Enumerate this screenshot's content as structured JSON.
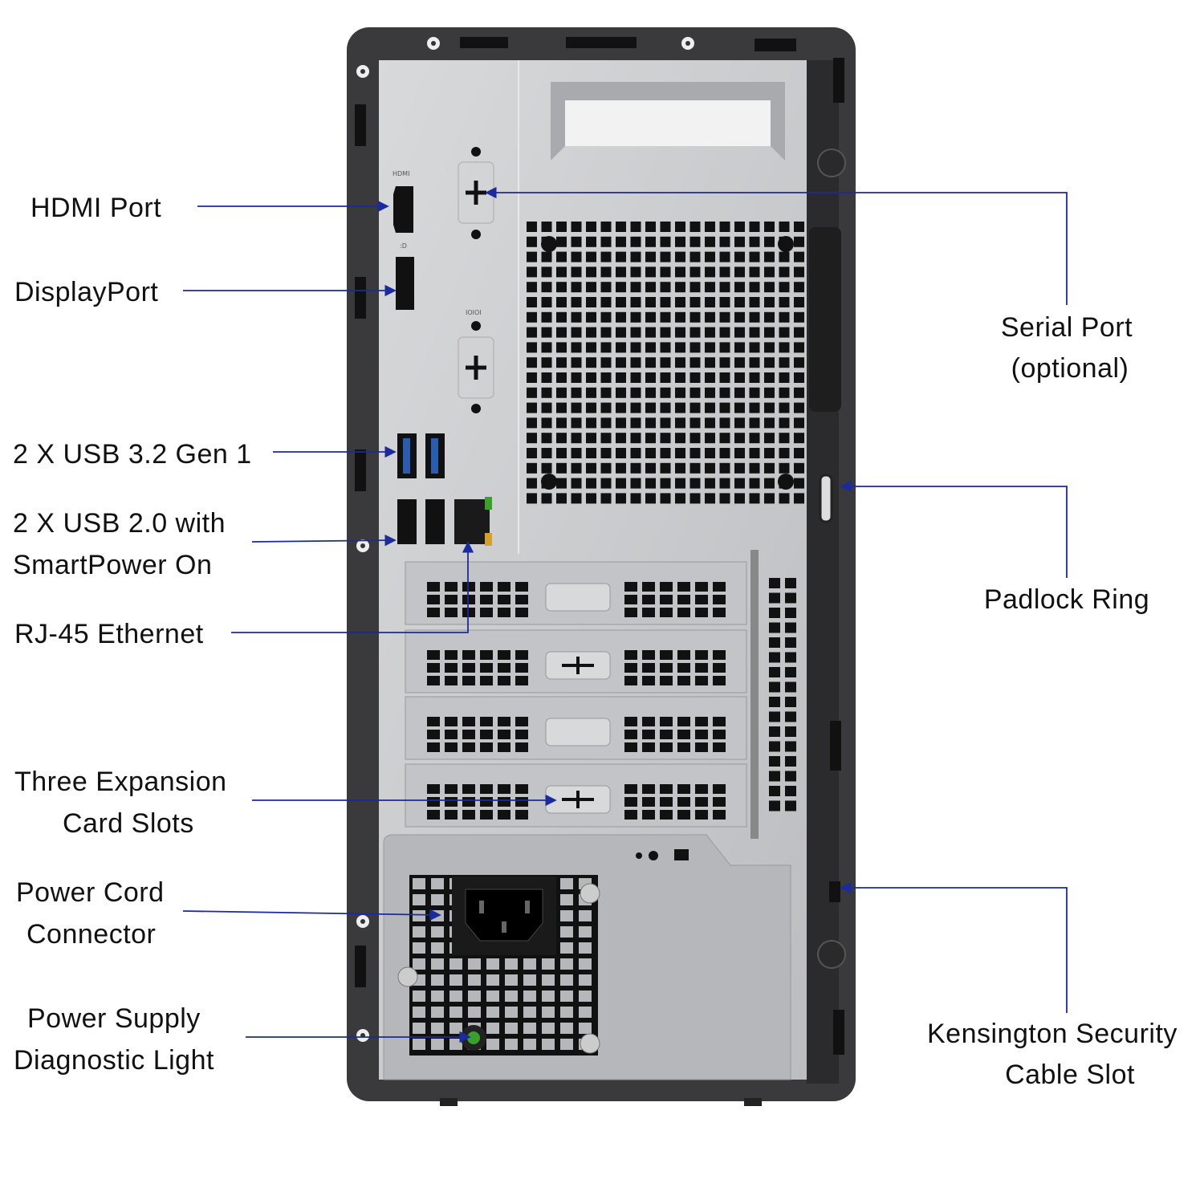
{
  "silkscreen": {
    "hdmi": "HDMI",
    "serial": "IOIOI"
  },
  "labels_left": [
    {
      "id": "hdmi",
      "lines": [
        "HDMI Port"
      ]
    },
    {
      "id": "displayport",
      "lines": [
        "DisplayPort"
      ]
    },
    {
      "id": "usb32",
      "lines": [
        "2 X USB 3.2 Gen 1"
      ]
    },
    {
      "id": "usb20",
      "lines": [
        "2 X USB 2.0 with",
        "SmartPower On"
      ]
    },
    {
      "id": "rj45",
      "lines": [
        "RJ-45 Ethernet"
      ]
    },
    {
      "id": "expansion",
      "lines": [
        "Three Expansion",
        "Card Slots"
      ]
    },
    {
      "id": "power-cord",
      "lines": [
        "Power Cord",
        "Connector"
      ]
    },
    {
      "id": "psu-light",
      "lines": [
        "Power Supply",
        "Diagnostic Light"
      ]
    }
  ],
  "labels_right": [
    {
      "id": "serial",
      "lines": [
        "Serial Port",
        "(optional)"
      ]
    },
    {
      "id": "padlock",
      "lines": [
        "Padlock Ring"
      ]
    },
    {
      "id": "kensington",
      "lines": [
        "Kensington Security",
        "Cable Slot"
      ]
    }
  ],
  "colors": {
    "leader": "#1b2a9c",
    "frame": "#3a3a3c",
    "panel": "#c9cacc",
    "usb3": "#2a5db0",
    "led": "#3aa02a"
  }
}
